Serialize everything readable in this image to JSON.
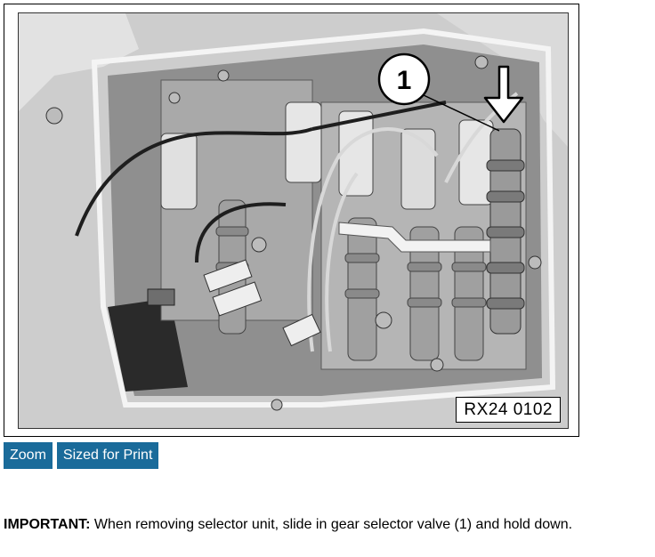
{
  "figure": {
    "callout_number": "1",
    "reference_code": "RX24 0102",
    "colors": {
      "frame": "#000000",
      "photo_background": "#cfcfcf"
    },
    "icons": [
      "down-arrow-icon"
    ]
  },
  "buttons": {
    "zoom_label": "Zoom",
    "print_label": "Sized for Print",
    "color": "#1a6b9a"
  },
  "instruction": {
    "label": "IMPORTANT:",
    "text": " When removing selector unit, slide in gear selector valve (1) and hold down."
  }
}
